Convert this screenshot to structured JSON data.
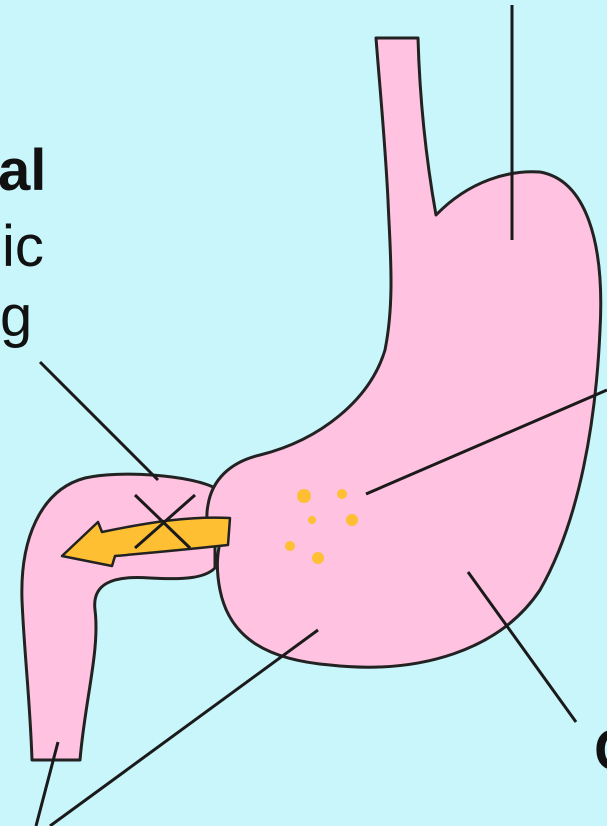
{
  "labels": {
    "left_line1": "al",
    "left_line2": "ic",
    "left_line3": "g",
    "right_bottom_fragment": "C"
  },
  "colors": {
    "background": "#c8f6fb",
    "organ_fill": "#ffc2e0",
    "organ_outline": "#222222",
    "arrow_fill": "#ffbf33",
    "dots": "#ffbf33",
    "leader_lines": "#1a1a1a"
  }
}
